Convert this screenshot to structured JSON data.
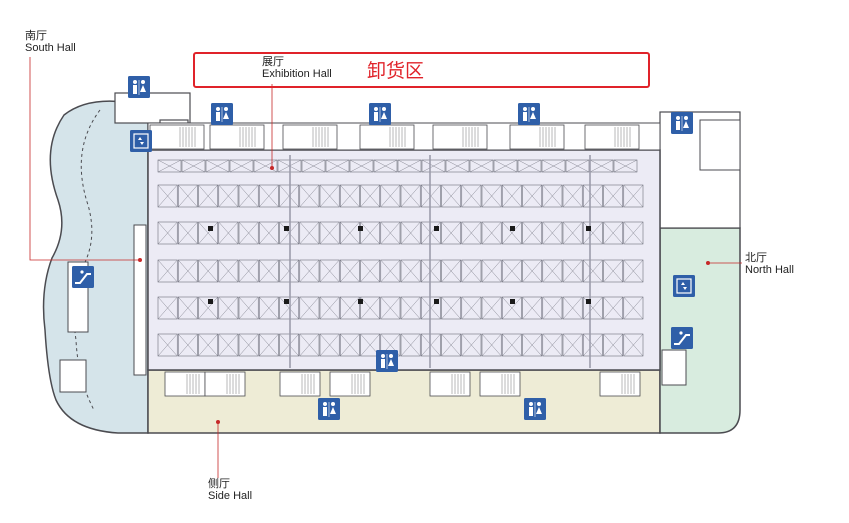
{
  "labels": {
    "south_zh": "南厅",
    "south_en": "South Hall",
    "exhibit_zh": "展厅",
    "exhibit_en": "Exhibition Hall",
    "unloading_zh": "卸货区",
    "north_zh": "北厅",
    "north_en": "North Hall",
    "side_zh": "侧厅",
    "side_en": "Side Hall"
  },
  "colors": {
    "south_hall": "#d5e4ea",
    "north_hall": "#d8ecdf",
    "side_hall": "#eeecd6",
    "exhibition_hall": "#ecebf5",
    "booth_stroke": "#6d6e7a",
    "wall": "#4b4b50",
    "leader_line": "#c62828",
    "unloading": "#e0232a",
    "icon_blue": "#2f5fa8"
  },
  "icons": [
    "restroom-icon",
    "restroom-icon",
    "restroom-icon",
    "restroom-icon",
    "restroom-icon",
    "restroom-icon",
    "restroom-icon",
    "restroom-icon",
    "elevator-icon",
    "escalator-icon",
    "elevator-icon",
    "escalator-icon"
  ]
}
